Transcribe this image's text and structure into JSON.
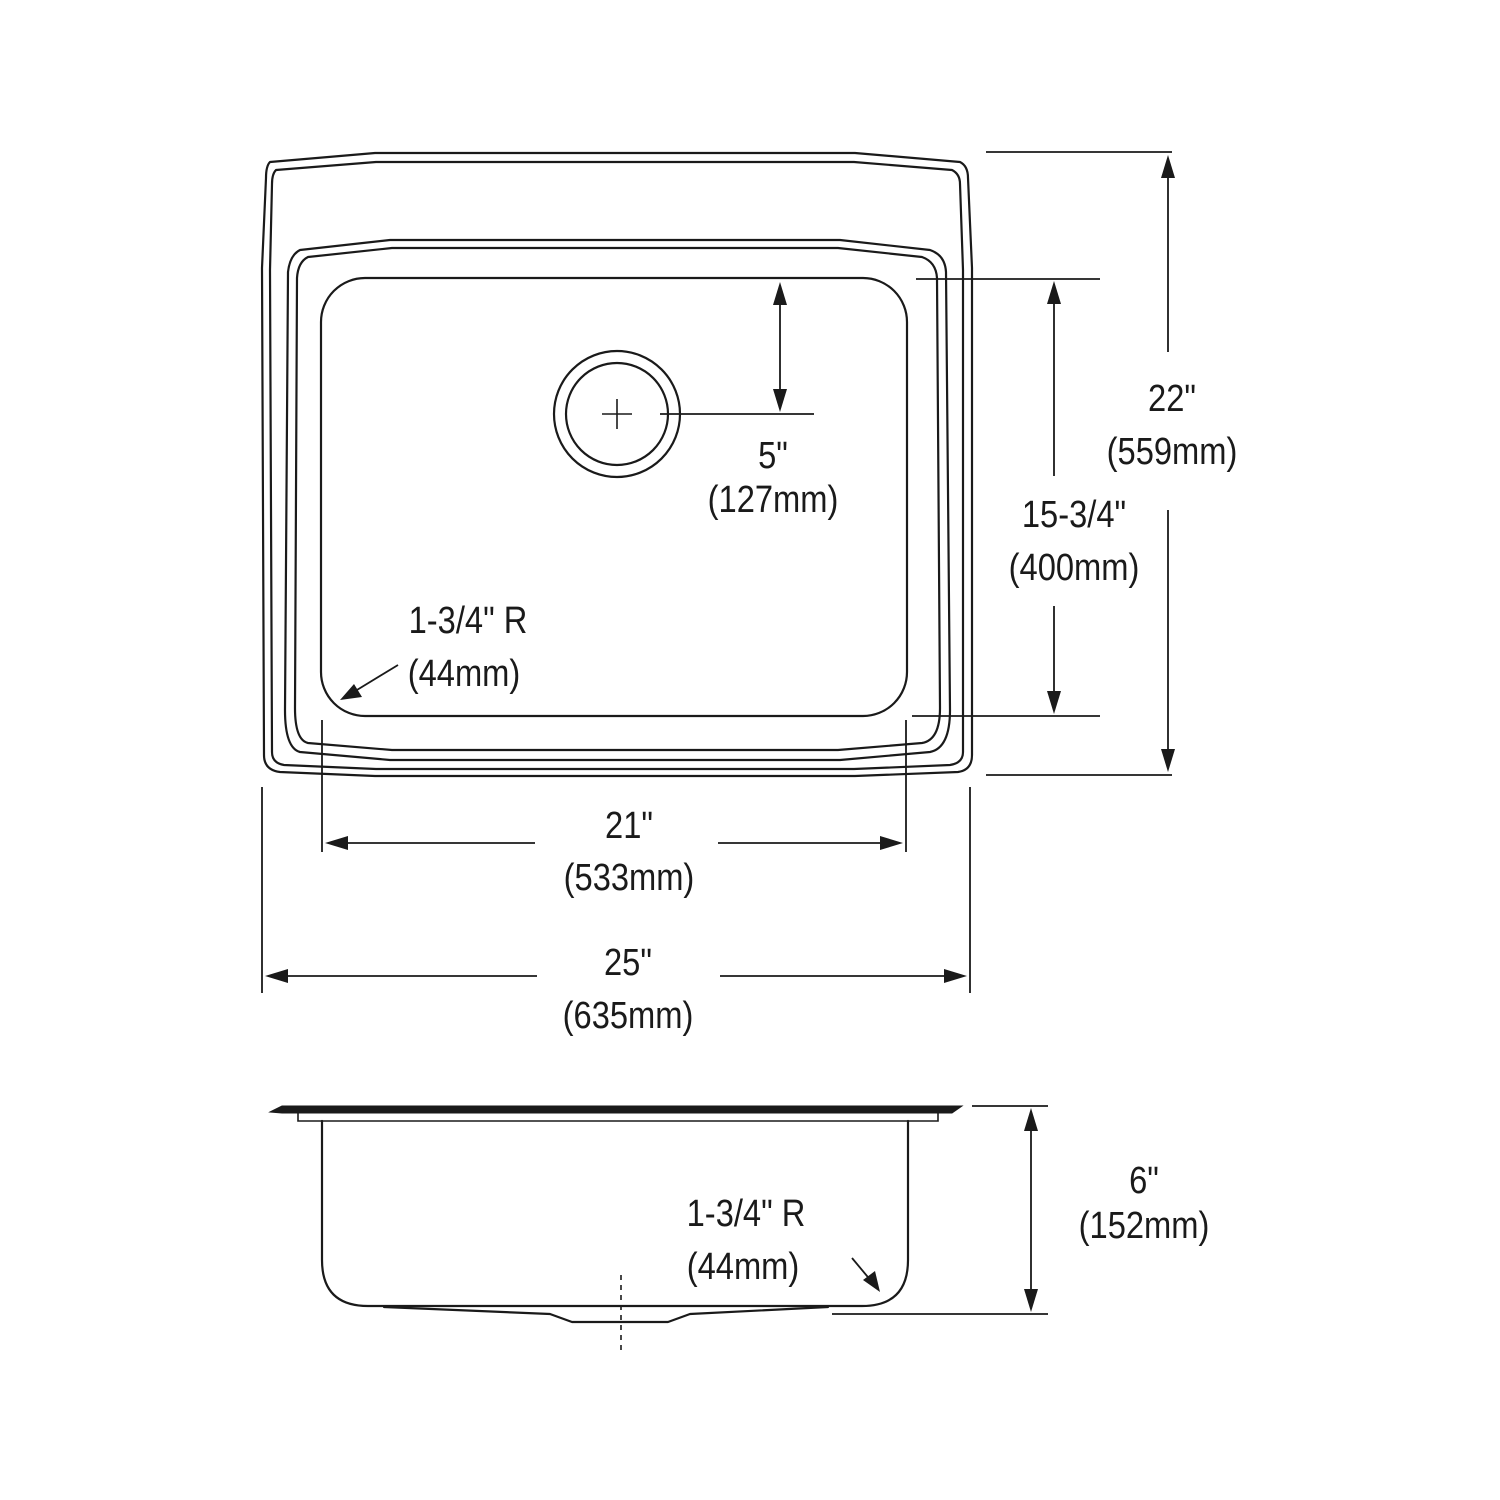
{
  "top_view": {
    "overall_height": {
      "imperial": "22\"",
      "metric": "(559mm)"
    },
    "bowl_depth_front_to_back": {
      "imperial": "15-3/4\"",
      "metric": "(400mm)"
    },
    "drain_offset": {
      "imperial": "5\"",
      "metric": "(127mm)"
    },
    "corner_radius": {
      "imperial": "1-3/4\" R",
      "metric": "(44mm)"
    },
    "bowl_width": {
      "imperial": "21\"",
      "metric": "(533mm)"
    },
    "overall_width": {
      "imperial": "25\"",
      "metric": "(635mm)"
    }
  },
  "side_view": {
    "depth": {
      "imperial": "6\"",
      "metric": "(152mm)"
    },
    "corner_radius": {
      "imperial": "1-3/4\" R",
      "metric": "(44mm)"
    }
  }
}
